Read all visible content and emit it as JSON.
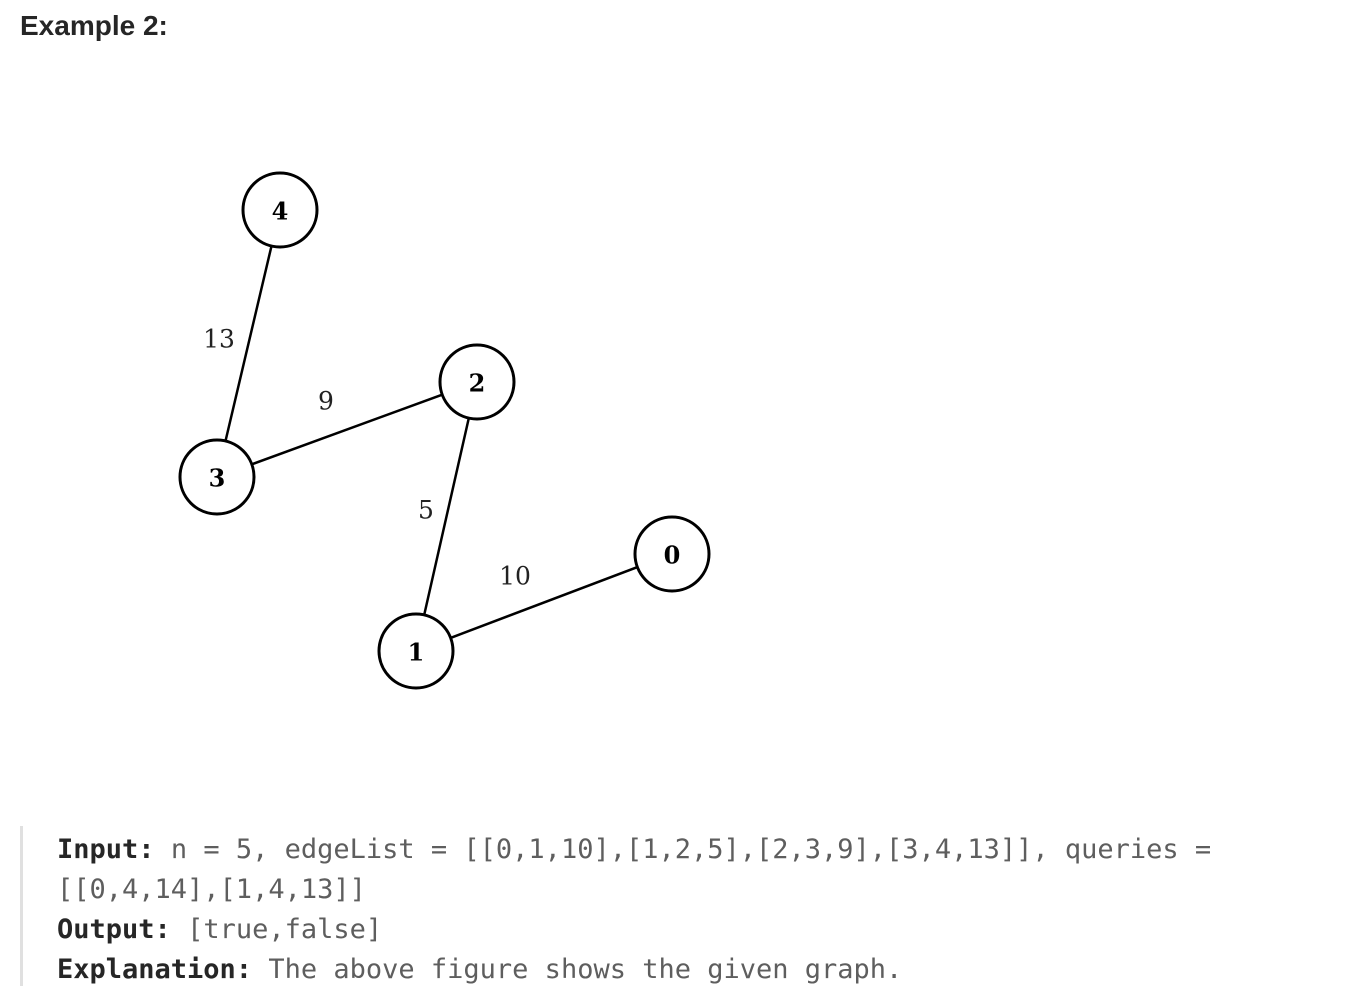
{
  "heading": "Example 2:",
  "graph": {
    "nodes": [
      {
        "id": "0",
        "label": "0"
      },
      {
        "id": "1",
        "label": "1"
      },
      {
        "id": "2",
        "label": "2"
      },
      {
        "id": "3",
        "label": "3"
      },
      {
        "id": "4",
        "label": "4"
      }
    ],
    "edges": [
      {
        "from": "0",
        "to": "1",
        "weight": "10"
      },
      {
        "from": "1",
        "to": "2",
        "weight": "5"
      },
      {
        "from": "2",
        "to": "3",
        "weight": "9"
      },
      {
        "from": "3",
        "to": "4",
        "weight": "13"
      }
    ]
  },
  "example": {
    "input_label": "Input:",
    "input_value": "n = 5, edgeList = [[0,1,10],[1,2,5],[2,3,9],[3,4,13]], queries = [[0,4,14],[1,4,13]]",
    "output_label": "Output:",
    "output_value": "[true,false]",
    "explanation_label": "Explanation:",
    "explanation_value": "The above figure shows the given graph."
  }
}
